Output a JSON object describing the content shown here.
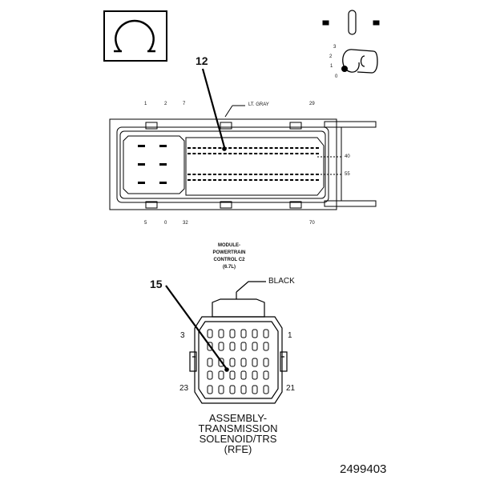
{
  "meter_symbol": "ohm-symbol",
  "key_positions": {
    "left": "3",
    "left_mid": "2",
    "mid": "1",
    "bottom": "0"
  },
  "top_connector": {
    "color_label": "LT. GRAY",
    "pins_top": [
      "1",
      "2",
      "7",
      "29"
    ],
    "pins_bottom": [
      "5",
      "0",
      "32",
      "70"
    ],
    "side_pins": [
      "40",
      "55"
    ],
    "callout": "12",
    "module_label": [
      "MODULE-",
      "POWERTRAIN",
      "CONTROL C2",
      "(6.7L)"
    ]
  },
  "bottom_connector": {
    "color_label": "BLACK",
    "callout": "15",
    "pins": {
      "top_left": "3",
      "top_right": "1",
      "bottom_left": "23",
      "bottom_right": "21"
    },
    "title": [
      "ASSEMBLY-",
      "TRANSMISSION",
      "SOLENOID/TRS",
      "(RFE)"
    ]
  },
  "figure_number": "2499403"
}
